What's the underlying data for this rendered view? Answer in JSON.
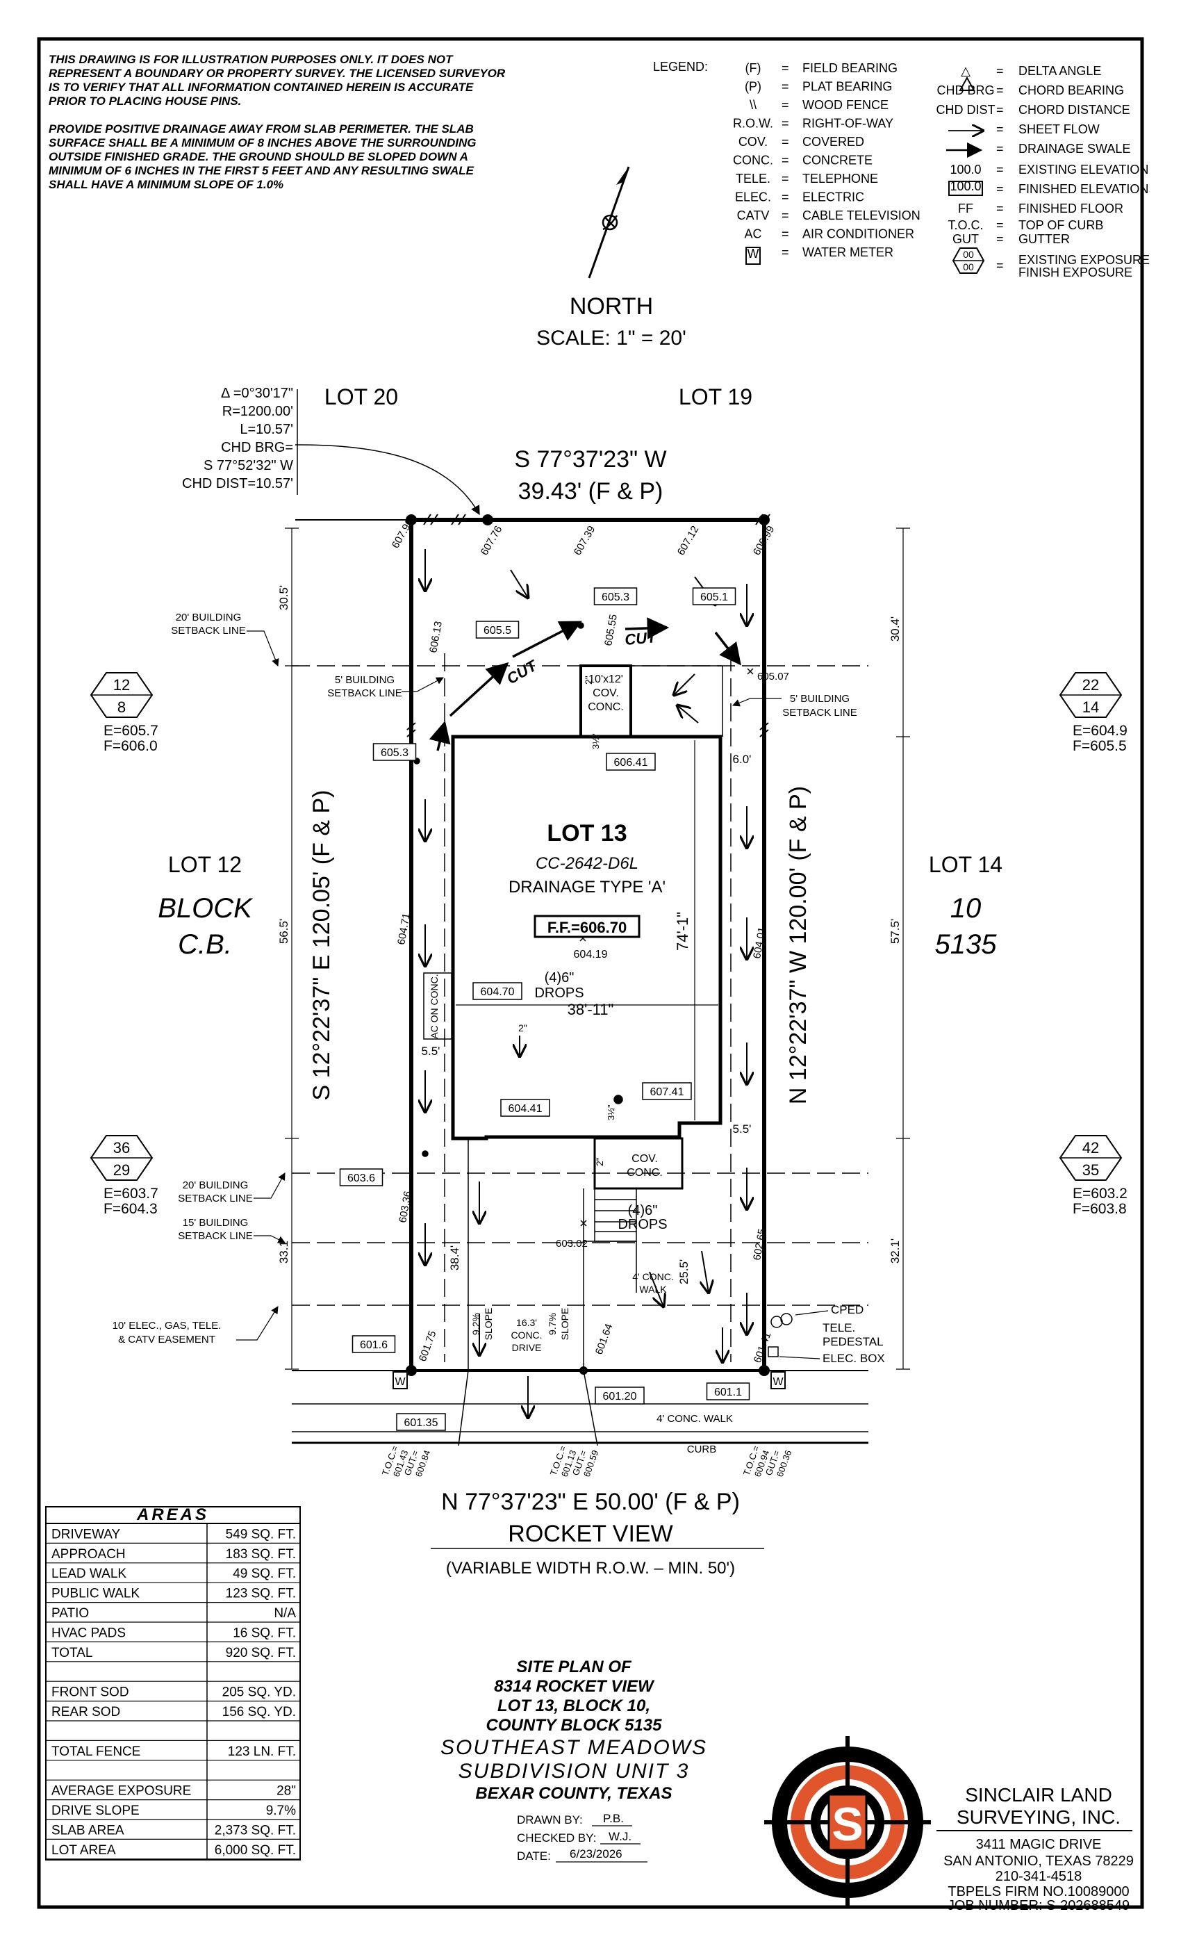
{
  "notes": {
    "lines": [
      "THIS DRAWING IS FOR ILLUSTRATION PURPOSES ONLY. IT DOES NOT",
      "REPRESENT A BOUNDARY OR PROPERTY SURVEY. THE LICENSED SURVEYOR",
      "IS TO VERIFY THAT ALL INFORMATION CONTAINED HEREIN IS ACCURATE",
      "PRIOR TO PLACING HOUSE PINS.",
      "",
      "PROVIDE POSITIVE DRAINAGE AWAY FROM SLAB PERIMETER. THE SLAB",
      "SURFACE SHALL BE A MINIMUM OF 8 INCHES ABOVE THE SURROUNDING",
      "OUTSIDE FINISHED GRADE. THE GROUND SHOULD BE SLOPED DOWN A",
      "MINIMUM OF 6 INCHES IN THE FIRST 5 FEET AND ANY RESULTING SWALE",
      "SHALL HAVE A MINIMUM SLOPE OF 1.0%"
    ]
  },
  "legend": {
    "title": "LEGEND:",
    "left": [
      {
        "sym": "(F)",
        "desc": "FIELD BEARING"
      },
      {
        "sym": "(P)",
        "desc": "PLAT BEARING"
      },
      {
        "sym": "\\\\",
        "desc": "WOOD FENCE"
      },
      {
        "sym": "R.O.W.",
        "desc": "RIGHT-OF-WAY"
      },
      {
        "sym": "COV.",
        "desc": "COVERED"
      },
      {
        "sym": "CONC.",
        "desc": "CONCRETE"
      },
      {
        "sym": "TELE.",
        "desc": "TELEPHONE"
      },
      {
        "sym": "ELEC.",
        "desc": "ELECTRIC"
      },
      {
        "sym": "CATV",
        "desc": "CABLE TELEVISION"
      },
      {
        "sym": "AC",
        "desc": "AIR CONDITIONER"
      },
      {
        "sym": "W",
        "desc": "WATER METER"
      }
    ],
    "right": [
      {
        "sym": "△",
        "desc": "DELTA ANGLE"
      },
      {
        "sym": "CHD BRG",
        "desc": "CHORD BEARING"
      },
      {
        "sym": "CHD DIST",
        "desc": "CHORD DISTANCE"
      },
      {
        "sym": "",
        "desc": "SHEET FLOW"
      },
      {
        "sym": "",
        "desc": "DRAINAGE SWALE"
      },
      {
        "sym": "100.0",
        "desc": "EXISTING ELEVATION"
      },
      {
        "sym": "100.0",
        "desc": "FINISHED ELEVATION"
      },
      {
        "sym": "FF",
        "desc": "FINISHED FLOOR"
      },
      {
        "sym": "T.O.C.",
        "desc": "TOP OF CURB"
      },
      {
        "sym": "GUT",
        "desc": "GUTTER"
      },
      {
        "sym": "",
        "desc": "EXISTING EXPOSURE"
      },
      {
        "sym": "",
        "desc": "FINISH EXPOSURE"
      }
    ],
    "equals": "="
  },
  "north": {
    "label": "NORTH",
    "scale": "SCALE: 1\" = 20'"
  },
  "curve": {
    "lines": [
      "Δ =0°30'17\"",
      "R=1200.00'",
      "L=10.57'",
      "CHD BRG=",
      "S 77°52'32\" W",
      "CHD DIST=10.57'"
    ]
  },
  "lots": {
    "lot20": "LOT 20",
    "lot19": "LOT 19",
    "lot12": "LOT 12",
    "lot14": "LOT 14",
    "block_left": "BLOCK",
    "cb": "C.B.",
    "block_right": "10",
    "cb_right": "5135"
  },
  "bearings": {
    "top_bearing": "S 77°37'23\" W",
    "top_dist": "39.43' (F & P)",
    "left": "S 12°22'37\" E 120.05' (F & P)",
    "right": "N 12°22'37\" W 120.00' (F & P)",
    "bottom": "N 77°37'23\" E 50.00' (F & P)"
  },
  "street": {
    "name": "ROCKET VIEW",
    "row": "(VARIABLE WIDTH R.O.W. – MIN. 50')",
    "curb": "CURB",
    "walk": "4' CONC. WALK"
  },
  "house": {
    "lot": "LOT 13",
    "plan": "CC-2642-D6L",
    "drainage": "DRAINAGE TYPE 'A'",
    "ff": "F.F.=606.70",
    "ff_spot": "604.19",
    "width": "38'-11\"",
    "depth": "74'-1\"",
    "drops_left": [
      "(4)6\"",
      "DROPS"
    ],
    "drops_front": [
      "(4)6\"",
      "DROPS"
    ],
    "ac_pad": "AC ON CONC.",
    "cov_back": [
      "10'x12'",
      "COV.",
      "CONC."
    ],
    "cov_front": [
      "COV.",
      "CONC."
    ],
    "slope_in": "2\"",
    "step_rear": "3½\"",
    "step_front": "3½\""
  },
  "exposures": {
    "left_top": {
      "top": "12",
      "bottom": "8",
      "e": "E=605.7",
      "f": "F=606.0"
    },
    "right_top": {
      "top": "22",
      "bottom": "14",
      "e": "E=604.9",
      "f": "F=605.5"
    },
    "left_bot": {
      "top": "36",
      "bottom": "29",
      "e": "E=603.7",
      "f": "F=604.3"
    },
    "right_bot": {
      "top": "42",
      "bottom": "35",
      "e": "E=603.2",
      "f": "F=603.8"
    }
  },
  "elevations": {
    "e1": "607.90",
    "e2": "607.76",
    "e3": "607.39",
    "e4": "607.12",
    "e5": "606.99",
    "e6": "606.13",
    "e7": "605.55",
    "e8": "605.07",
    "e9": "604.71",
    "e10": "604.01",
    "e11": "603.36",
    "e12": "603.02",
    "e13": "602.65",
    "e14": "601.75",
    "e15": "601.64",
    "e16": "601.41"
  },
  "finished": {
    "f1": "605.3",
    "f2": "605.1",
    "f3": "605.5",
    "f4": "605.3",
    "f5": "606.41",
    "f6": "604.70",
    "f7": "607.41",
    "f8": "604.41",
    "f9": "603.6",
    "f10": "601.6",
    "f11": "601.20",
    "f12": "601.1",
    "f13": "601.35"
  },
  "toc": {
    "left": [
      "T.O.C.=",
      "601.43",
      "GUT.=",
      "600.84"
    ],
    "mid": [
      "T.O.C.=",
      "601.13",
      "GUT.=",
      "600.59"
    ],
    "right": [
      "T.O.C.=",
      "600.94",
      "GUT.=",
      "600.36"
    ]
  },
  "setbacks": {
    "rear20": [
      "20' BUILDING",
      "SETBACK LINE"
    ],
    "side5_left": [
      "5' BUILDING",
      "SETBACK LINE"
    ],
    "side5_right": [
      "5' BUILDING",
      "SETBACK LINE"
    ],
    "front20": [
      "20' BUILDING",
      "SETBACK LINE"
    ],
    "front15": [
      "15' BUILDING",
      "SETBACK LINE"
    ],
    "easement": [
      "10' ELEC., GAS, TELE.",
      "& CATV EASEMENT"
    ]
  },
  "dims": {
    "d305": "30.5'",
    "d304": "30.4'",
    "d565": "56.5'",
    "d575": "57.5'",
    "d331": "33.1'",
    "d321": "32.1'",
    "d60": "6.0'",
    "d55a": "5.5'",
    "d55b": "5.5'",
    "d384": "38.4'",
    "d255": "25.5'"
  },
  "drive": {
    "slope_left": [
      "9.2%",
      "SLOPE"
    ],
    "slope_right": [
      "9.7%",
      "SLOPE"
    ],
    "label": [
      "16.3'",
      "CONC.",
      "DRIVE"
    ],
    "walk": [
      "4' CONC.",
      "WALK"
    ],
    "cut": "CUT"
  },
  "utilities": {
    "cped": "CPED",
    "tele": [
      "TELE.",
      "PEDESTAL"
    ],
    "elec": "ELEC. BOX",
    "w": "W"
  },
  "areas": {
    "title": "AREAS",
    "rows": [
      {
        "label": "DRIVEWAY",
        "value": "549 SQ. FT."
      },
      {
        "label": "APPROACH",
        "value": "183 SQ. FT."
      },
      {
        "label": "LEAD WALK",
        "value": "49 SQ. FT."
      },
      {
        "label": "PUBLIC WALK",
        "value": "123 SQ. FT."
      },
      {
        "label": "PATIO",
        "value": "N/A"
      },
      {
        "label": "HVAC PADS",
        "value": "16 SQ. FT."
      },
      {
        "label": "TOTAL",
        "value": "920 SQ. FT."
      },
      {
        "label": "",
        "value": ""
      },
      {
        "label": "FRONT SOD",
        "value": "205 SQ. YD."
      },
      {
        "label": "REAR SOD",
        "value": "156 SQ. YD."
      },
      {
        "label": "",
        "value": ""
      },
      {
        "label": "TOTAL FENCE",
        "value": "123 LN. FT."
      },
      {
        "label": "",
        "value": ""
      },
      {
        "label": "AVERAGE EXPOSURE",
        "value": "28\""
      },
      {
        "label": "DRIVE SLOPE",
        "value": "9.7%"
      },
      {
        "label": "SLAB AREA",
        "value": "2,373 SQ. FT."
      },
      {
        "label": "LOT AREA",
        "value": "6,000 SQ. FT."
      }
    ]
  },
  "title_block": {
    "lines": [
      "SITE PLAN OF",
      "8314 ROCKET VIEW",
      "LOT 13, BLOCK 10,",
      "COUNTY BLOCK 5135"
    ],
    "sub": [
      "SOUTHEAST MEADOWS",
      "SUBDIVISION UNIT 3"
    ],
    "county": "BEXAR COUNTY, TEXAS",
    "drawn_label": "DRAWN BY:",
    "drawn": "P.B.",
    "checked_label": "CHECKED BY:",
    "checked": "W.J.",
    "date_label": "DATE:",
    "date": "6/23/2026"
  },
  "firm": {
    "name1": "SINCLAIR LAND",
    "name2": "SURVEYING, INC.",
    "addr1": "3411 MAGIC DRIVE",
    "addr2": "SAN ANTONIO, TEXAS 78229",
    "phone": "210-341-4518",
    "firm_no": "TBPELS FIRM NO.10089000",
    "job": "JOB NUMBER:  S-202688549",
    "logo_letter": "S",
    "accent": "#e0552b"
  }
}
